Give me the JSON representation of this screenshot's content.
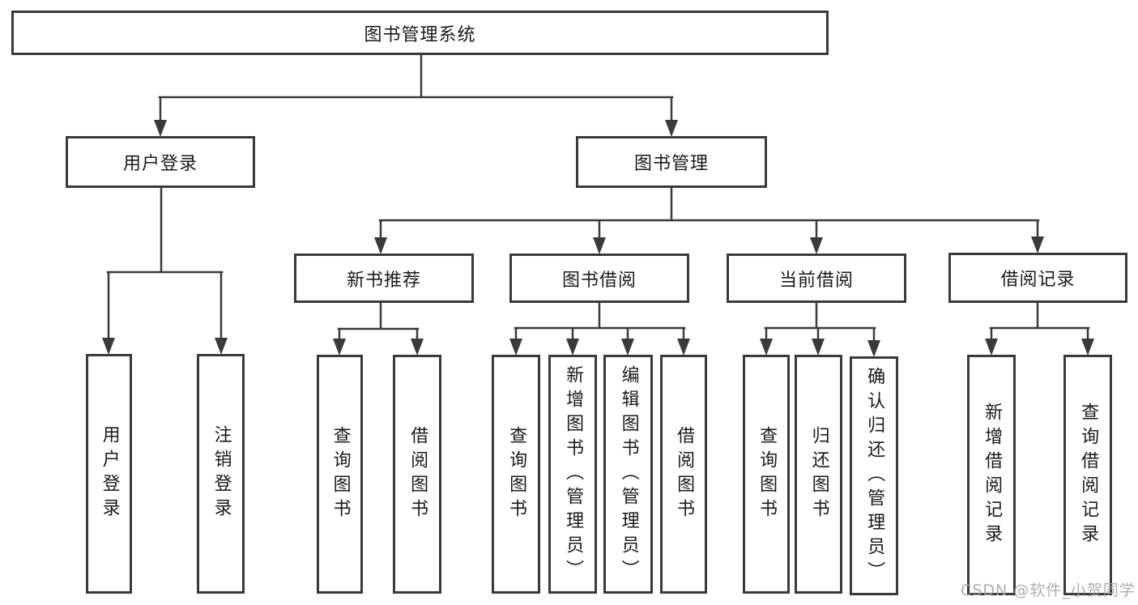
{
  "diagram": {
    "root": {
      "label": "图书管理系统"
    },
    "children": [
      {
        "label": "用户登录",
        "children": [
          {
            "label": "用户登录"
          },
          {
            "label": "注销登录"
          }
        ]
      },
      {
        "label": "图书管理",
        "children": [
          {
            "label": "新书推荐",
            "children": [
              {
                "label": "查询图书"
              },
              {
                "label": "借阅图书"
              }
            ]
          },
          {
            "label": "图书借阅",
            "children": [
              {
                "label": "查询图书"
              },
              {
                "label": "新增图书（管理员）"
              },
              {
                "label": "编辑图书（管理员）"
              },
              {
                "label": "借阅图书"
              }
            ]
          },
          {
            "label": "当前借阅",
            "children": [
              {
                "label": "查询图书"
              },
              {
                "label": "归还图书"
              },
              {
                "label": "确认归还（管理员）"
              }
            ]
          },
          {
            "label": "借阅记录",
            "children": [
              {
                "label": "新增借阅记录"
              },
              {
                "label": "查询借阅记录"
              }
            ]
          }
        ]
      }
    ]
  },
  "watermark": {
    "text": "CSDN @软件_小贺同学"
  },
  "colors": {
    "line": "#3a3a3a",
    "text": "#1a1a1a",
    "background": "#ffffff",
    "watermark": "#a6a6a6"
  }
}
